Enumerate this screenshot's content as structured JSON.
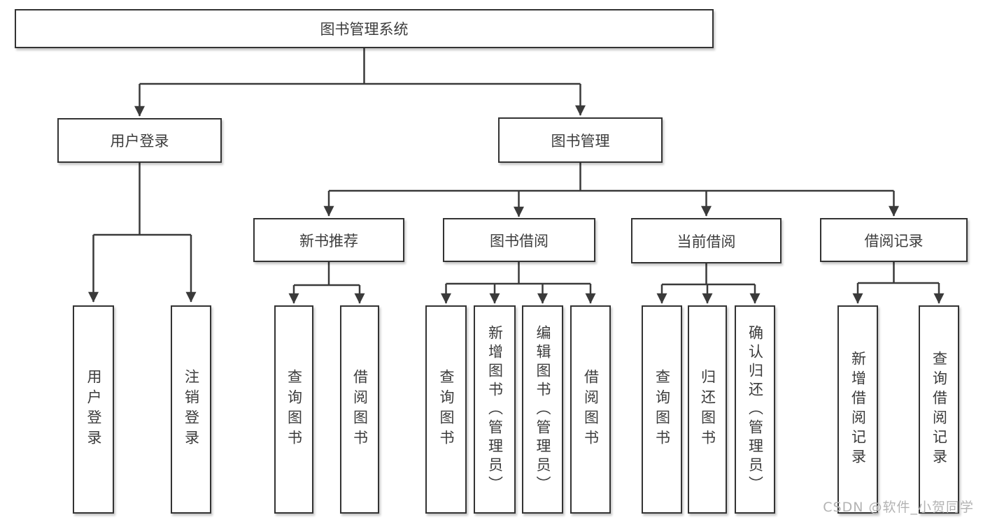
{
  "colors": {
    "line": "#3a3a3a",
    "border": "#333333",
    "text": "#3c3c3c",
    "box_bg": "#ffffff",
    "watermark": "#b3b3b3"
  },
  "watermark": {
    "text": "CSDN @软件_小贺同学"
  },
  "tree": {
    "label": "图书管理系统",
    "children": [
      {
        "label": "用户登录",
        "children": [
          {
            "label": "用户登录"
          },
          {
            "label": "注销登录"
          }
        ]
      },
      {
        "label": "图书管理",
        "children": [
          {
            "label": "新书推荐",
            "children": [
              {
                "label": "查询图书"
              },
              {
                "label": "借阅图书"
              }
            ]
          },
          {
            "label": "图书借阅",
            "children": [
              {
                "label": "查询图书"
              },
              {
                "label": "新增图书（管理员）"
              },
              {
                "label": "编辑图书（管理员）"
              },
              {
                "label": "借阅图书"
              }
            ]
          },
          {
            "label": "当前借阅",
            "children": [
              {
                "label": "查询图书"
              },
              {
                "label": "归还图书"
              },
              {
                "label": "确认归还（管理员）"
              }
            ]
          },
          {
            "label": "借阅记录",
            "children": [
              {
                "label": "新增借阅记录"
              },
              {
                "label": "查询借阅记录"
              }
            ]
          }
        ]
      }
    ]
  }
}
